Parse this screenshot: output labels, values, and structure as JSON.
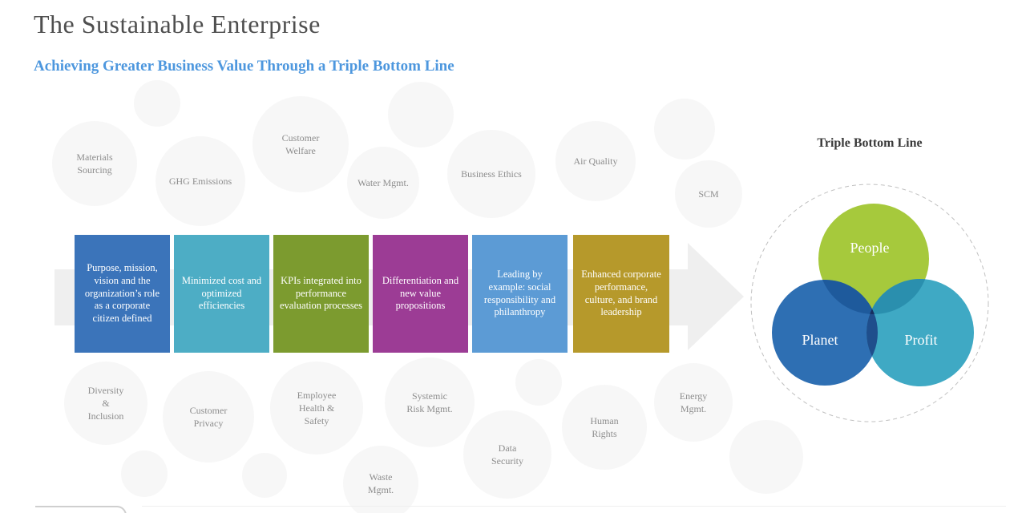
{
  "header": {
    "title": "The Sustainable Enterprise",
    "subtitle": "Achieving Greater Business Value Through a Triple Bottom Line"
  },
  "topics": [
    "Materials Sourcing",
    "GHG Emissions",
    "Customer Welfare",
    "Water Mgmt.",
    "Business Ethics",
    "Air Quality",
    "SCM",
    "Diversity & Inclusion",
    "Customer Privacy",
    "Employee Health & Safety",
    "Systemic Risk Mgmt.",
    "Data Security",
    "Human Rights",
    "Energy Mgmt.",
    "Waste Mgmt."
  ],
  "steps": [
    {
      "label": "Purpose, mission, vision and the organization’s role as a corporate citizen defined",
      "color": "#3b74ba"
    },
    {
      "label": "Minimized cost and optimized efficiencies",
      "color": "#4dadc5"
    },
    {
      "label": "KPIs integrated into performance evaluation processes",
      "color": "#7c9b2f"
    },
    {
      "label": "Differentiation and new value propositions",
      "color": "#9c3c95"
    },
    {
      "label": "Leading by example: social responsibility and philanthropy",
      "color": "#5c9bd5"
    },
    {
      "label": "Enhanced corporate performance, culture, and brand leadership",
      "color": "#b6992b"
    }
  ],
  "venn": {
    "heading": "Triple Bottom Line",
    "people": "People",
    "planet": "Planet",
    "profit": "Profit",
    "colors": {
      "people": "#a6c93c",
      "planet": "#2e6fb3",
      "profit": "#3fa9c4",
      "people_planet_overlap": "#1e5a9c",
      "people_profit_overlap": "#2a8fae",
      "planet_profit_overlap": "#1f4e8c",
      "triple_overlap": "#172f5f"
    }
  },
  "colors": {
    "title_text": "#4f4f4f",
    "subtitle_text": "#4d97de",
    "topic_circle_fill": "#f7f7f7",
    "topic_circle_text": "#8d8d8d",
    "arrow_fill": "#efefef"
  }
}
